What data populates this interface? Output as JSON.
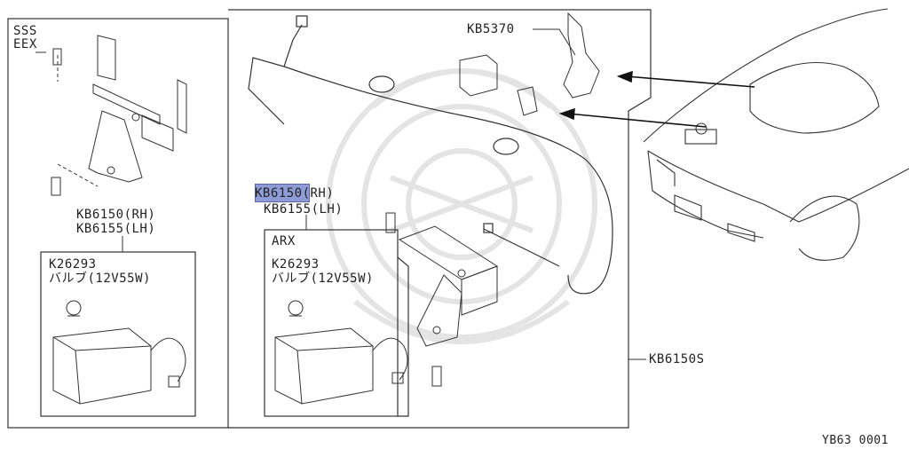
{
  "left_panel": {
    "grade_line1": "SSS",
    "grade_line2": "EEX",
    "bracket_part_rh": "KB6150(RH)",
    "bracket_part_lh": "KB6155(LH)",
    "lamp_part": "K26293",
    "bulb_spec": "バルブ(12V55W)"
  },
  "center_panel": {
    "bracket_part_rh_highlight": "KB6150",
    "bracket_part_rh_suffix": "(RH)",
    "bracket_part_lh": "KB6155(LH)",
    "grade": "ARX",
    "lamp_part": "K26293",
    "bulb_spec": "バルブ(12V55W)"
  },
  "callouts": {
    "switch_part": "KB5370",
    "kit_part": "KB6150S"
  },
  "footer": {
    "diagram_code": "YB63 0001"
  },
  "colors": {
    "line": "#333333",
    "highlight": "#8e9bd6",
    "watermark": "#e6e6e6"
  }
}
